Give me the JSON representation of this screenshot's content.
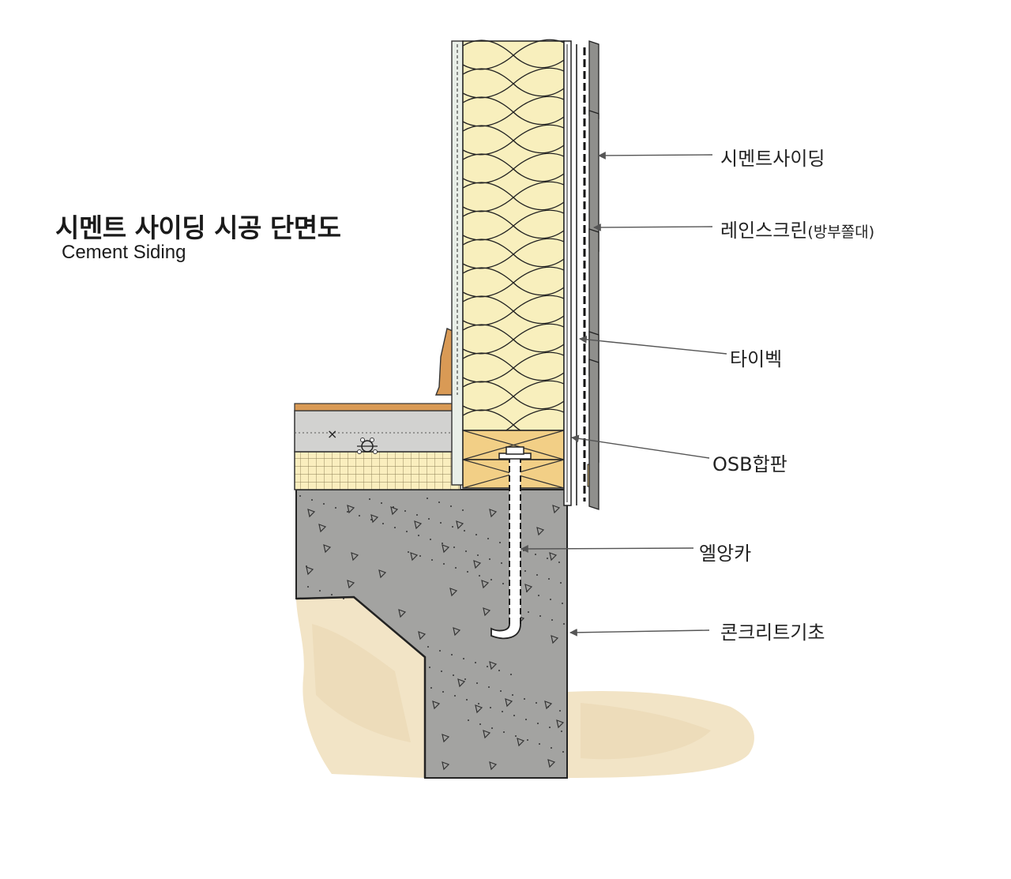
{
  "title": "시멘트 사이딩 시공 단면도",
  "subtitle": "Cement Siding",
  "labels": {
    "cement_siding": "시멘트사이딩",
    "rain_screen": "레인스크린",
    "rain_screen_note": "(방부쫄대)",
    "tyvek": "타이벡",
    "osb": "OSB합판",
    "anchor_bolt": "엘앙카",
    "concrete_foundation": "콘크리트기초"
  },
  "colors": {
    "insulation": "#f8efbd",
    "wood": "#f2cf86",
    "concrete": "#a3a3a1",
    "soil": "#f2e4c6",
    "slab": "#d2d2d0",
    "floor_wood": "#d99a55",
    "drywall": "#e9efe8",
    "siding": "#8f8f8c"
  }
}
